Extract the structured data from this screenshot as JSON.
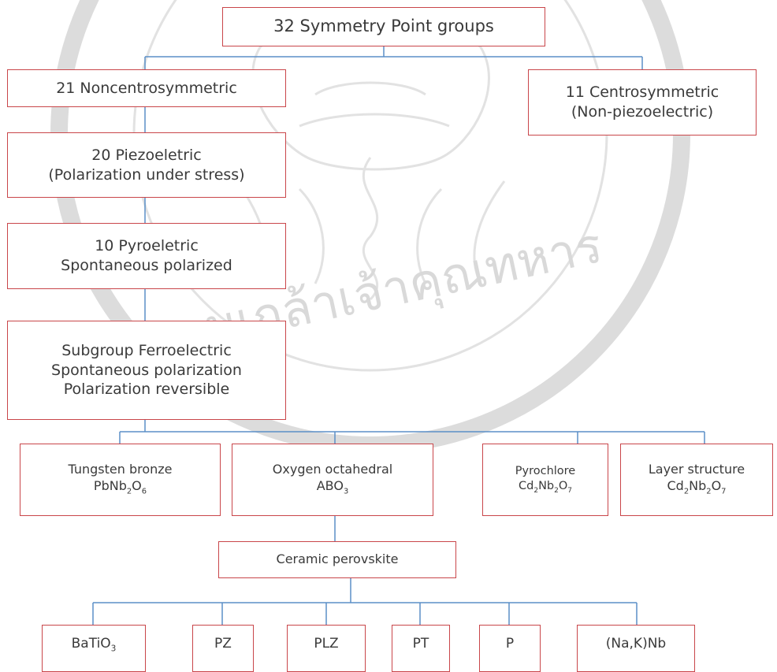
{
  "watermark": {
    "text": "จอมเกล้าเจ้าคุณทหาร"
  },
  "diagram": {
    "root": "32 Symmetry Point groups",
    "noncentro": "21 Noncentrosymmetric",
    "centro": {
      "line1": "11 Centrosymmetric",
      "line2": "(Non-piezoelectric)"
    },
    "piezo": {
      "line1": "20 Piezoeletric",
      "line2": "(Polarization under stress)"
    },
    "pyro": {
      "line1": "10 Pyroeletric",
      "line2": "Spontaneous polarized"
    },
    "ferro": {
      "line1": "Subgroup Ferroelectric",
      "line2": "Spontaneous polarization",
      "line3": "Polarization reversible"
    },
    "tungsten": {
      "name": "Tungsten bronze",
      "formula": {
        "a": "PbNb",
        "a_sub": "2",
        "b": "O",
        "b_sub": "6"
      }
    },
    "oxygen": {
      "name": "Oxygen octahedral",
      "formula": {
        "a": "ABO",
        "a_sub": "3"
      }
    },
    "pyrochlore": {
      "name": "Pyrochlore",
      "formula": {
        "a": "Cd",
        "a_sub": "2",
        "b": "Nb",
        "b_sub": "2",
        "c": "O",
        "c_sub": "7"
      }
    },
    "layer": {
      "name": "Layer structure",
      "formula": {
        "a": "Cd",
        "a_sub": "2",
        "b": "Nb",
        "b_sub": "2",
        "c": "O",
        "c_sub": "7"
      }
    },
    "ceramic": "Ceramic perovskite",
    "bottom": {
      "batio": {
        "a": "BaTiO",
        "a_sub": "3"
      },
      "pz": "PZ",
      "plz": "PLZ",
      "pt": "PT",
      "p": "P",
      "nak": "(Na,K)Nb"
    }
  },
  "colors": {
    "box_border": "#c9464a",
    "connector": "#5b8fc7",
    "text": "#3a3a3a",
    "watermark": "#d9d9d9"
  }
}
